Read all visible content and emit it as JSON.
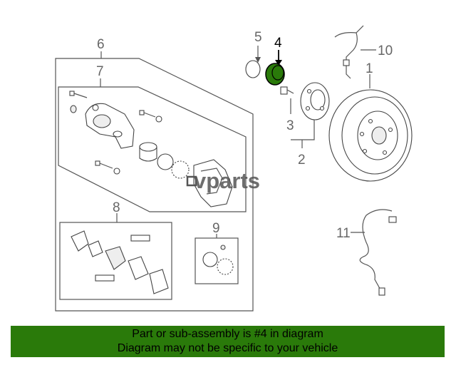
{
  "callouts": {
    "c1": "1",
    "c2": "2",
    "c3": "3",
    "c4": "4",
    "c5": "5",
    "c6": "6",
    "c7": "7",
    "c8": "8",
    "c9": "9",
    "c10": "10",
    "c11": "11"
  },
  "watermark": "vparts",
  "highlight_color": "#2a7a0a",
  "banner": {
    "line1": "Part or sub-assembly is #4 in diagram",
    "line2": "Diagram may not be specific to your vehicle"
  }
}
